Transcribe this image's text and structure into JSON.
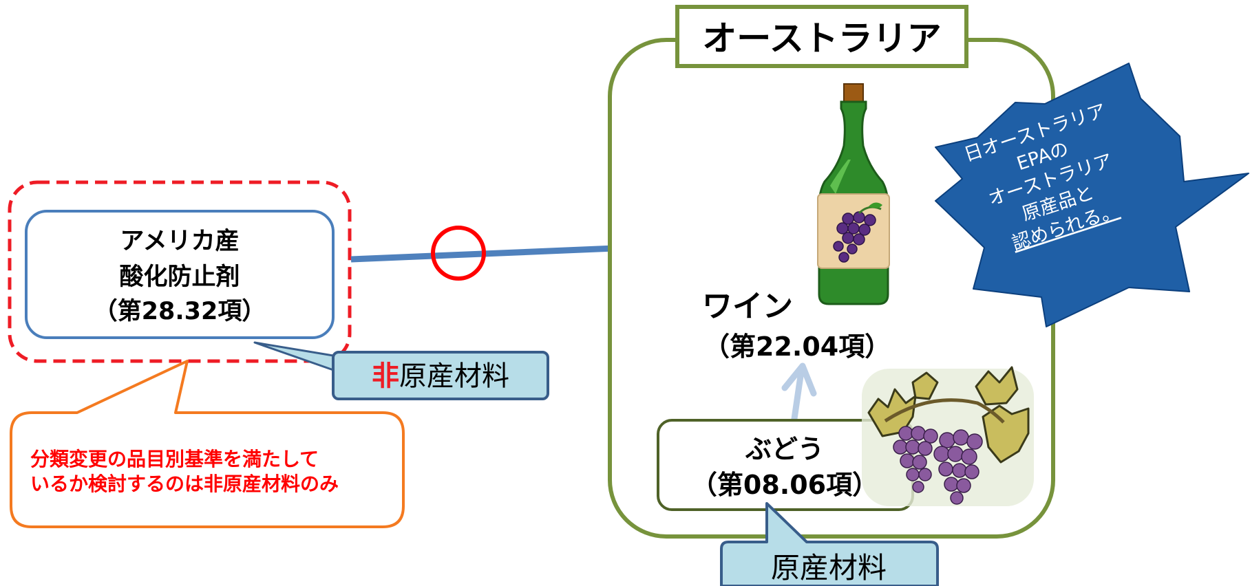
{
  "material_box": {
    "line1": "アメリカ産",
    "line2": "酸化防止剤",
    "line3": "（第28.32項）"
  },
  "non_origin_label": {
    "prefix": "非",
    "rest": "原産材料"
  },
  "note_box": {
    "line1": "分類変更の品目別基準を満たして",
    "line2": "いるか検討するのは非原産材料のみ"
  },
  "ok_mark": "○",
  "country_title": "オーストラリア",
  "product": {
    "name": "ワイン",
    "heading": "（第22.04項）"
  },
  "grape_box": {
    "name": "ぶどう",
    "heading": "（第08.06項）"
  },
  "origin_label": "原産材料",
  "starburst": {
    "line1": "日オーストラリア",
    "line2": "EPAの",
    "line3": "オーストラリア",
    "line4": "原産品と",
    "line5": "認められる。"
  },
  "colors": {
    "red_dash": "#ee1c25",
    "blue_box": "#4a7ebb",
    "orange_box": "#f47a20",
    "note_text": "#ff0000",
    "green_frame": "#77933c",
    "callout_fill": "#b7dde8",
    "callout_border": "#385d8a",
    "star_fill": "#1f5fa6",
    "arrow_blue": "#4f81bd",
    "arrow_light": "#b9cde5"
  }
}
